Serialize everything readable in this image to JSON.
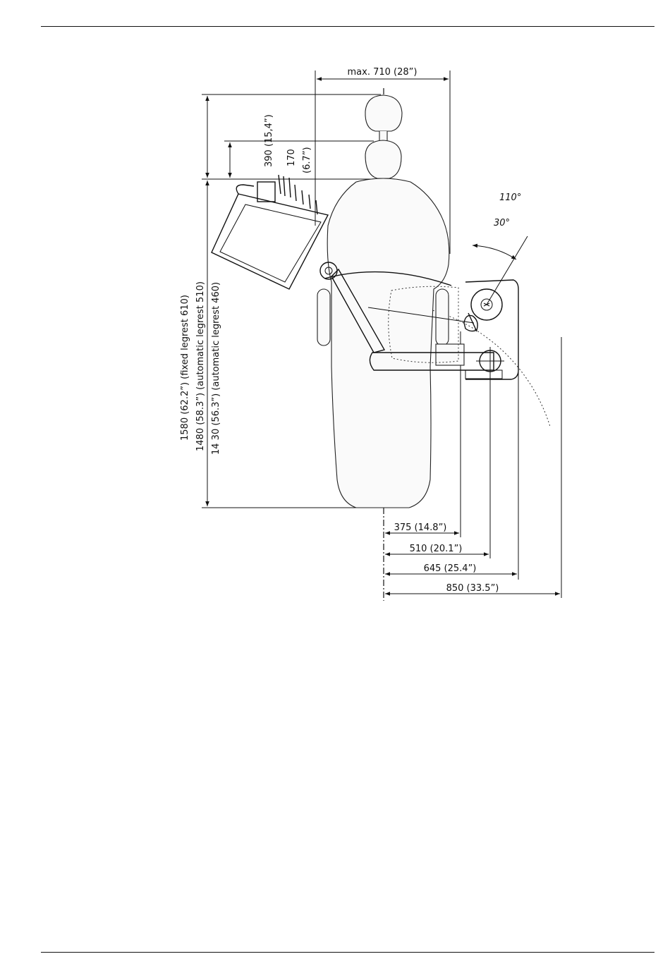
{
  "dimensions": {
    "top_width": "max. 710 (28”)",
    "head_390": "390 (15,4”)",
    "head_170": "170",
    "head_170_in": "(6.7”)",
    "len_1580": "1580 (62.2”) (fixed legrest 610)",
    "len_1480": "1480 (58.3”) (automatic legrest 510)",
    "len_1430": "14 30 (56.3”) (automatic legrest 460)",
    "w_375": "375 (14.8”)",
    "w_510": "510 (20.1”)",
    "w_645": "645 (25.4”)",
    "w_850": "850 (33.5”)"
  },
  "angles": {
    "a110": "110°",
    "a30": "30°"
  }
}
